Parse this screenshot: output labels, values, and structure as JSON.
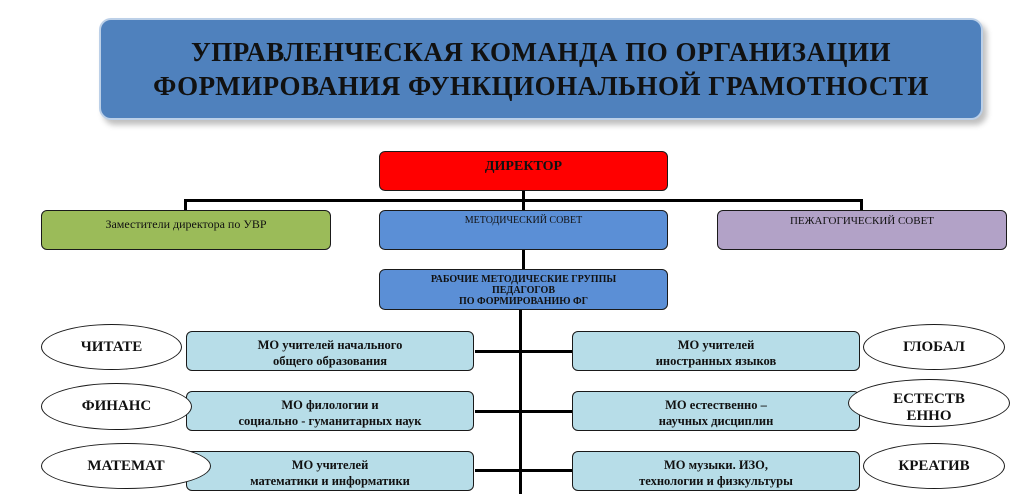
{
  "title": {
    "line1": "УПРАВЛЕНЧЕСКАЯ  КОМАНДА  ПО ОРГАНИЗАЦИИ",
    "line2": "ФОРМИРОВАНИЯ ФУНКЦИОНАЛЬНОЙ ГРАМОТНОСТИ"
  },
  "director": "ДИРЕКТОР",
  "level2": {
    "deputies": "Заместители директора по УВР",
    "method_council": "МЕТОДИЧЕСКИЙ СОВЕТ",
    "ped_council": "ПЕЖАГОГИЧЕСКИЙ СОВЕТ"
  },
  "groups": {
    "line1": "РАБОЧИЕ МЕТОДИЧЕСКИЕ ГРУППЫ",
    "line2": "ПЕДАГОГОВ",
    "line3": "ПО ФОРМИРОВАНИЮ ФГ"
  },
  "mo_left": [
    {
      "line1": "МО  учителей начального",
      "line2": "общего образования"
    },
    {
      "line1": "МО  филологии   и",
      "line2": "социально - гуманитарных наук"
    },
    {
      "line1": "МО учителей",
      "line2": "математики и информатики"
    }
  ],
  "mo_right": [
    {
      "line1": "МО учителей",
      "line2": "иностранных языков"
    },
    {
      "line1": "МО естественно –",
      "line2": "научных дисциплин"
    },
    {
      "line1": "МО  музыки. ИЗО,",
      "line2": "технологии и физкультуры"
    }
  ],
  "ovals_left": [
    "ЧИТАТЕ",
    "ФИНАНС",
    "МАТЕМАТ"
  ],
  "ovals_right": [
    "ГЛОБАЛ",
    "ЕСТЕСТВ ЕННО",
    "КРЕАТИВ"
  ]
}
